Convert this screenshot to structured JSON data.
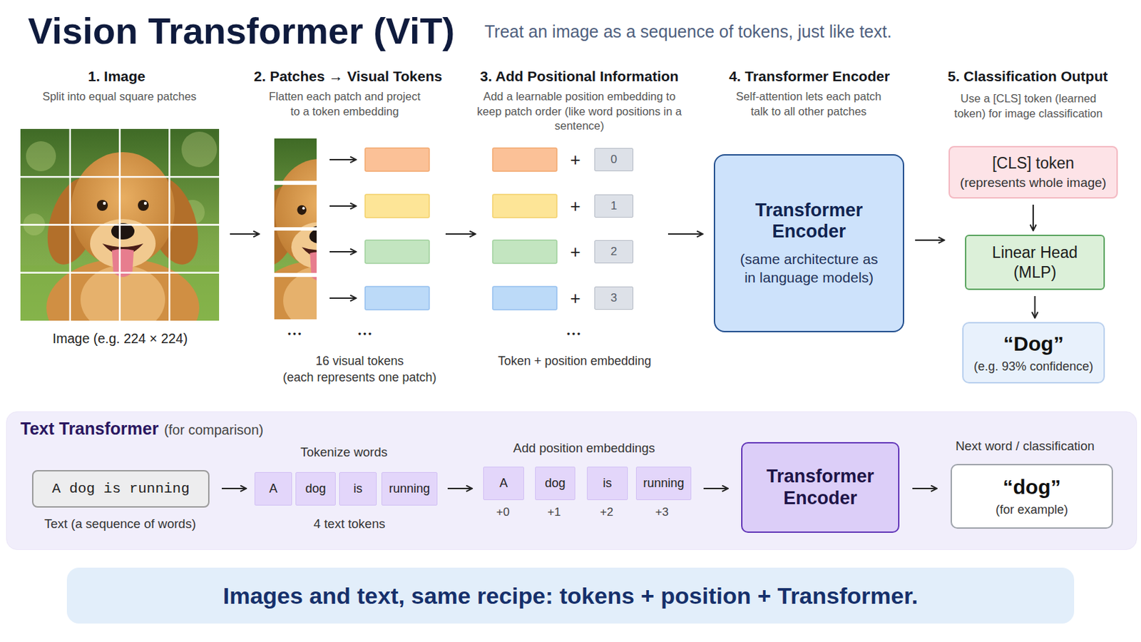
{
  "diagram": {
    "title": "Vision Transformer (ViT)",
    "nodes": [
      {
        "text": [
          "0"
        ]
      },
      {
        "text": [
          "1"
        ]
      },
      {
        "text": [
          "2"
        ]
      },
      {
        "text": [
          "3"
        ]
      },
      {
        "text": [
          "Transformer Encoder",
          "(same architecture as in language models)"
        ]
      },
      {
        "text": [
          "[CLS] token",
          "(represents whole image)"
        ]
      },
      {
        "text": [
          "Linear Head (MLP)"
        ]
      },
      {
        "text": [
          "“Dog”",
          "(e.g. 93% confidence)"
        ]
      },
      {
        "text": [
          "Text Transformer",
          "(for comparison)"
        ]
      },
      {
        "text": [
          "A dog is running"
        ],
        "in": 8
      },
      {
        "text": [
          "A"
        ],
        "in": 8
      },
      {
        "text": [
          "dog"
        ],
        "in": 8
      },
      {
        "text": [
          "is"
        ],
        "in": 8
      },
      {
        "text": [
          "running"
        ],
        "in": 8
      },
      {
        "text": [
          "A"
        ],
        "in": 8
      },
      {
        "text": [
          "dog"
        ],
        "in": 8
      },
      {
        "text": [
          "is"
        ],
        "in": 8
      },
      {
        "text": [
          "running"
        ],
        "in": 8
      },
      {
        "text": [
          "Transformer Encoder"
        ],
        "in": 8
      },
      {
        "text": [
          "“dog”",
          "(for example)"
        ],
        "in": 8
      },
      {
        "text": [
          "Images and text, same recipe: tokens + position + Transformer."
        ]
      }
    ],
    "edges": [
      {
        "from": 4,
        "to": 6,
        "arrow": "to"
      },
      {
        "from": 5,
        "to": 6,
        "arrow": "to"
      },
      {
        "from": 6,
        "to": 7,
        "arrow": "to"
      },
      {
        "from": 9,
        "to": 10,
        "arrow": "to"
      },
      {
        "from": 13,
        "to": 14,
        "arrow": "to"
      },
      {
        "from": 17,
        "to": 18,
        "arrow": "to"
      },
      {
        "from": 18,
        "to": 19,
        "arrow": "to"
      }
    ],
    "labels": [
      "Treat an image as a sequence of tokens, just like text.",
      "1. Image",
      "Split into equal square patches",
      "2. Patches → Visual Tokens",
      "Flatten each patch and project to a token embedding",
      "3. Add Positional Information",
      "Add a learnable position embedding to keep patch order (like word positions in a sentence)",
      "4. Transformer Encoder",
      "Self-attention lets each patch talk to all other patches",
      "5. Classification Output",
      "Use a [CLS] token (learned token) for image classification",
      "+",
      "+",
      "+",
      "+",
      "Image (e.g. 224 × 224)",
      "•••",
      "•••",
      "•••",
      "16 visual tokens",
      "(each represents one patch)",
      "Token + position embedding",
      "Tokenize words",
      "Add position embeddings",
      "Next word / classification",
      "Text (a sequence of words)",
      "4 text tokens",
      "+0",
      "+1",
      "+2",
      "+3"
    ]
  }
}
